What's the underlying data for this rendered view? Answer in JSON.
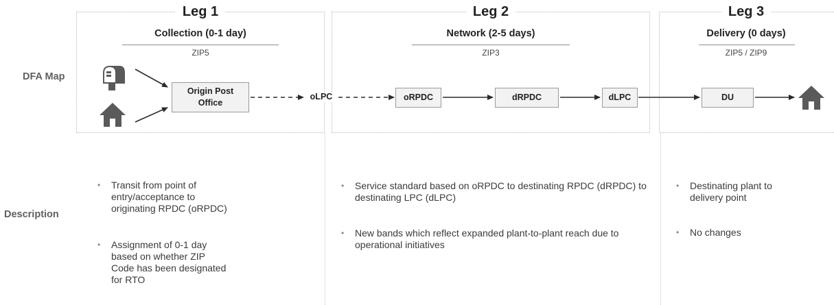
{
  "legs": [
    {
      "title": "Leg 1",
      "subtitle": "Collection (0-1 day)",
      "zip": "ZIP5"
    },
    {
      "title": "Leg 2",
      "subtitle": "Network (2-5 days)",
      "zip": "ZIP3"
    },
    {
      "title": "Leg 3",
      "subtitle": "Delivery (0 days)",
      "zip": "ZIP5 / ZIP9"
    }
  ],
  "rows": {
    "map": "DFA Map",
    "description": "Description"
  },
  "nodes": {
    "origin_post_office": "Origin Post Office",
    "olpc": "oLPC",
    "orpdc": "oRPDC",
    "drpdc": "dRPDC",
    "dlpc": "dLPC",
    "du": "DU"
  },
  "icons": {
    "mailbox": "mailbox-icon",
    "house_origin": "house-icon",
    "house_destination": "house-icon"
  },
  "descriptions": {
    "leg1": [
      "Transit from point of entry/acceptance to originating RPDC (oRPDC)",
      "Assignment of 0-1 day based on whether ZIP Code has been designated for RTO"
    ],
    "leg2": [
      "Service standard based on oRPDC to destinating RPDC (dRPDC) to destinating LPC (dLPC)",
      "New bands which reflect expanded plant-to-plant reach due to operational initiatives"
    ],
    "leg3": [
      "Destinating plant to delivery point",
      "No changes"
    ]
  },
  "bullet_glyph": "•",
  "colors": {
    "node_fill": "#f2f2f2",
    "node_border": "#9a9a9a",
    "icon": "#5a5a5a",
    "arrow": "#2b2b2b"
  }
}
